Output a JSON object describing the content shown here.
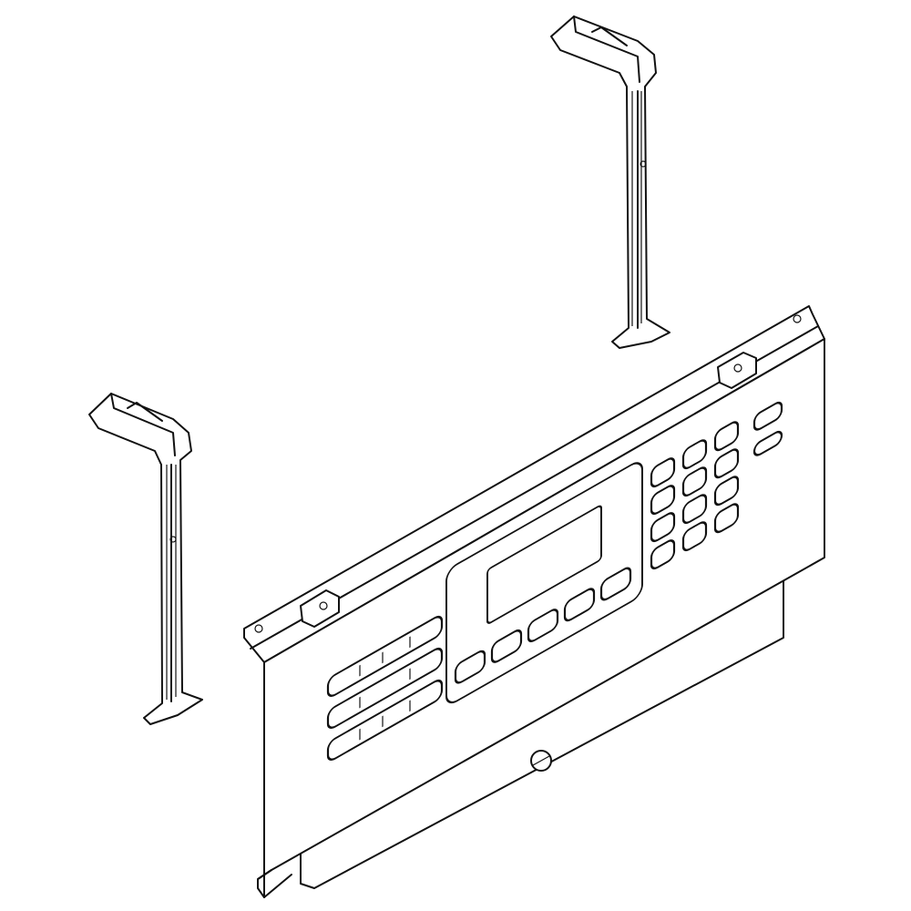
{
  "diagram": {
    "colors": {
      "line": "#111111",
      "background": "#ffffff"
    },
    "parts": [
      "left-mounting-bracket",
      "right-mounting-bracket",
      "control-panel",
      "display-window",
      "keypad"
    ]
  }
}
